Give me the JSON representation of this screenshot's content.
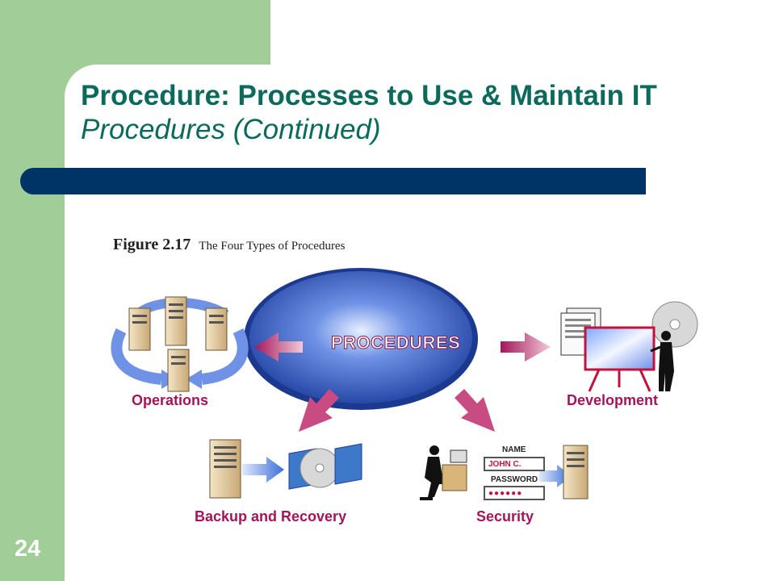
{
  "slide": {
    "title_line1": "Procedure: Processes to Use & Maintain IT",
    "title_line2": "Procedures (Continued)",
    "number": "24"
  },
  "figure": {
    "number": "Figure 2.17",
    "caption": "The Four Types of Procedures",
    "center_label": "PROCEDURES",
    "categories": {
      "operations": "Operations",
      "development": "Development",
      "backup": "Backup and Recovery",
      "security": "Security"
    },
    "security_form": {
      "name_label": "NAME",
      "name_value": "JOHN C.",
      "password_label": "PASSWORD",
      "password_value": "●●●●●●"
    }
  },
  "colors": {
    "sidebar": "#a1cd98",
    "title": "#0b6a5c",
    "band": "#003366",
    "label": "#a3155a",
    "ellipse": "#2a52b3"
  }
}
